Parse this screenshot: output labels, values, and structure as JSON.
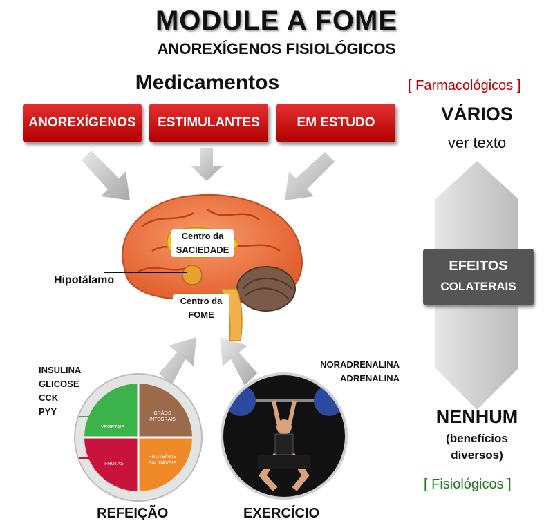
{
  "title": "MODULE  A  FOME",
  "subtitle": "ANOREXÍGENOS FISIOLÓGICOS",
  "medicamentos": {
    "heading": "Medicamentos",
    "boxes": [
      "ANOREXÍGENOS",
      "ESTIMULANTES",
      "EM ESTUDO"
    ]
  },
  "right": {
    "farmacologicos": "[ Farmacológicos ]",
    "varios": "VÁRIOS",
    "ver_texto": "ver texto",
    "efeitos_line1": "EFEITOS",
    "efeitos_line2": "COLATERAIS",
    "nenhum": "NENHUM",
    "beneficios_line1": "(benefícios",
    "beneficios_line2": "diversos)",
    "fisiologicos": "[ Fisiológicos ]"
  },
  "brain": {
    "centro_saciedade_1": "Centro da",
    "centro_saciedade_2": "SACIEDADE",
    "hipotalamo": "Hipotálamo",
    "centro_fome_1": "Centro da",
    "centro_fome_2": "FOME"
  },
  "hormones_left": [
    "INSULINA",
    "GLICOSE",
    "CCK",
    "PYY"
  ],
  "hormones_right": [
    "NORADRENALINA",
    "ADRENALINA"
  ],
  "plate": {
    "vegetais": "VEGETAIS",
    "graos_1": "GRÃOS",
    "graos_2": "INTEGRAIS",
    "frutas": "FRUTAS",
    "proteinas_1": "PROTEÍNAS",
    "proteinas_2": "SAUDÁVEIS"
  },
  "refeicao": "REFEIÇÃO",
  "exercicio": "EXERCÍCIO",
  "colors": {
    "red": "#c00000",
    "green": "#1e7a1e",
    "box_gray": "#555555",
    "brain": "#f07a4a"
  }
}
